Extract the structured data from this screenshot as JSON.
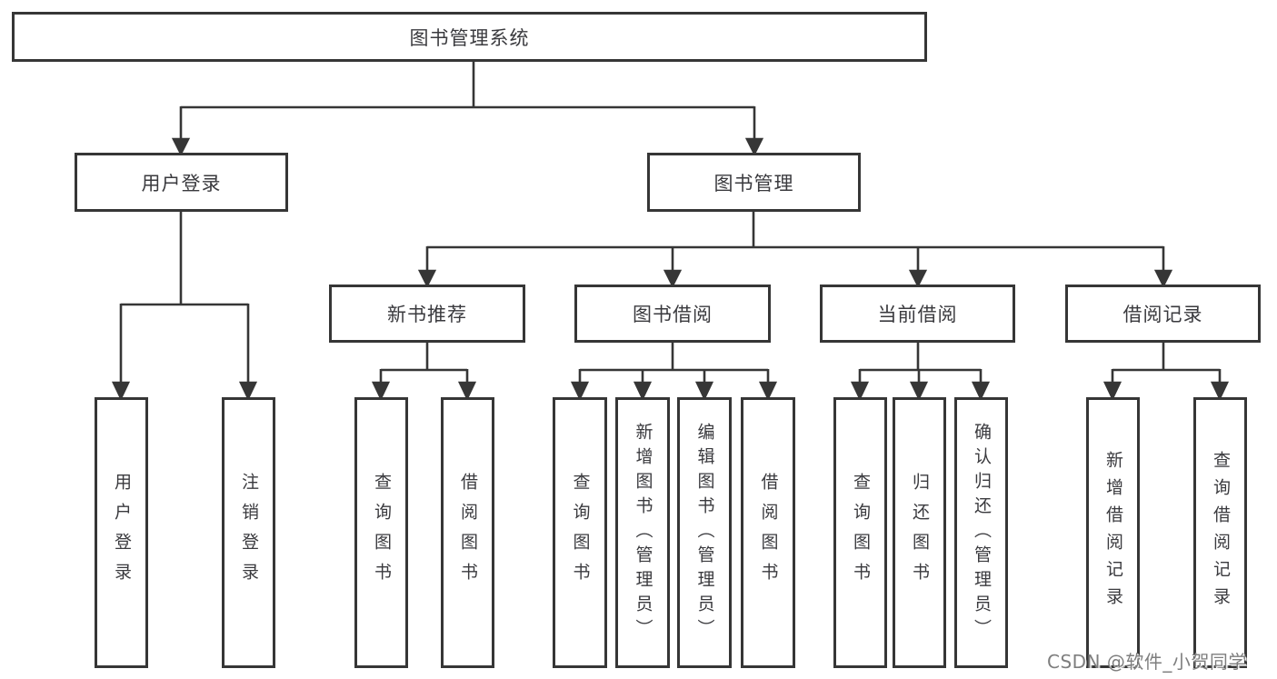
{
  "title": "图书管理系统",
  "nodes": {
    "root": {
      "label": "图书管理系统"
    },
    "user_login": {
      "label": "用户登录"
    },
    "book_mgmt": {
      "label": "图书管理"
    },
    "new_book_rec": {
      "label": "新书推荐"
    },
    "book_borrow": {
      "label": "图书借阅"
    },
    "current_borrow": {
      "label": "当前借阅"
    },
    "borrow_record": {
      "label": "借阅记录"
    },
    "leaf_user_login": {
      "label": "用户登录"
    },
    "leaf_logout": {
      "label": "注销登录"
    },
    "leaf_query_book_rec": {
      "label": "查询图书"
    },
    "leaf_borrow_book_rec": {
      "label": "借阅图书"
    },
    "leaf_query_book_borrow": {
      "label": "查询图书"
    },
    "leaf_add_book": {
      "label": "新增图书（管理员）"
    },
    "leaf_edit_book": {
      "label": "编辑图书（管理员）"
    },
    "leaf_borrow_book": {
      "label": "借阅图书"
    },
    "leaf_query_book_current": {
      "label": "查询图书"
    },
    "leaf_return_book": {
      "label": "归还图书"
    },
    "leaf_confirm_return": {
      "label": "确认归还（管理员）"
    },
    "leaf_add_record": {
      "label": "新增借阅记录"
    },
    "leaf_query_record": {
      "label": "查询借阅记录"
    }
  },
  "watermark": {
    "text": "CSDN @软件_小贺同学"
  },
  "colors": {
    "line": "#363636",
    "text": "#3a3a3e",
    "watermark": "#7e7e7e",
    "background": "#ffffff"
  }
}
